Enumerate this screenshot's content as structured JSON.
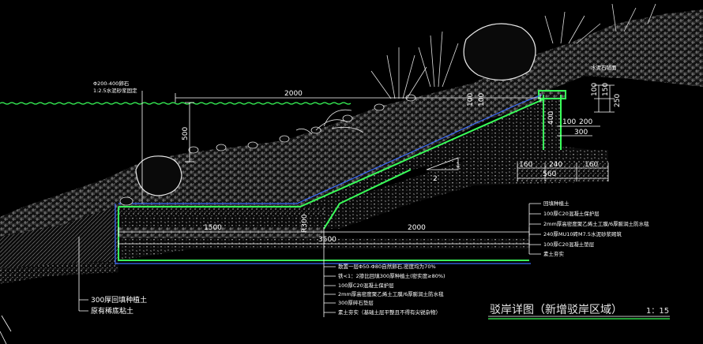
{
  "drawing": {
    "title": "驳岸详图（新增驳岸区域）",
    "scale": "1：15",
    "colors": {
      "background": "#000000",
      "water_line": "#39ff5a",
      "wall_outline": "#39ff5a",
      "dimension": "#ffffff",
      "gravel": "#d8d8d8",
      "title_underline": "#39ff5a"
    }
  },
  "left_callout": {
    "line1": "Φ200-400卵石",
    "line2": "1:2.5水泥砂浆固定"
  },
  "dimensions": {
    "top_2000": "2000",
    "left_500": "500",
    "bottom_1500": "1500",
    "bottom_2000": "2000",
    "bottom_3500": "3500",
    "r300": "R300",
    "v100_a": "100",
    "v100_b": "100",
    "v400": "400",
    "h100": "100",
    "h200": "200",
    "h300": "300",
    "h160_a": "160",
    "h240": "240",
    "h160_b": "160",
    "h560": "560",
    "v100_right": "100",
    "v150": "150",
    "v250": "250",
    "slope_1": "1",
    "slope_2": "2"
  },
  "top_right_label": "水泥石铺面",
  "right_layers": [
    "回填种植土",
    "100厚C20混凝土保护层",
    "2mm厚高密度聚乙烯土工膜/6厚膨润土防水毯",
    "240厚MU10砖M7.5水泥砂浆砌筑",
    "100厚C20混凝土垫层",
    "素土夯实"
  ],
  "bottom_layers": [
    "散置一层Φ50-Φ80自然卵石,密度均为70%",
    "铁<1：2掺比回填300厚种植土(密实度≥80%)",
    "100厚C20混凝土保护层",
    "2mm厚高密度聚乙烯土工膜/6厚膨润土防水毯",
    "300厚碎石垫层",
    "素土夯实（基础土层平整且不得有尖锐杂物）"
  ],
  "left_layers": [
    "300厚回填种植土",
    "原有稀底粘土"
  ]
}
